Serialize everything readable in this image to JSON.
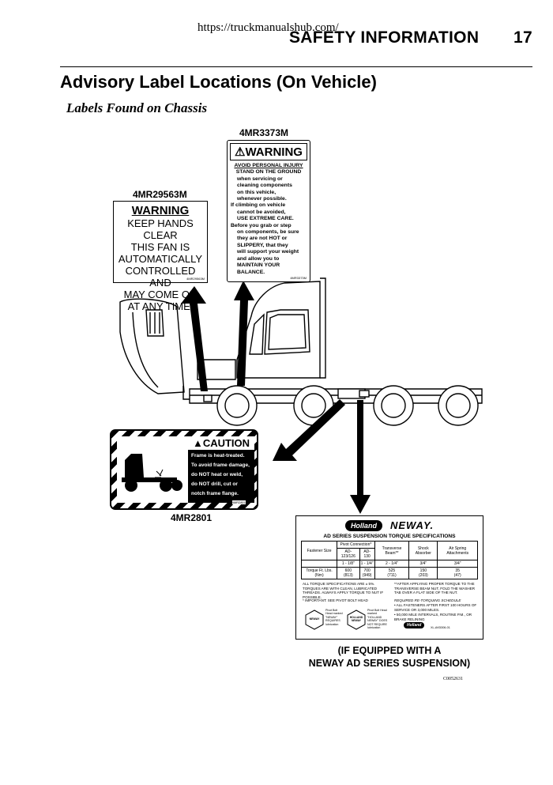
{
  "header": {
    "url": "https://truckmanualshub.com/",
    "section": "SAFETY INFORMATION",
    "page_number": "17"
  },
  "title": "Advisory Label Locations (On Vehicle)",
  "subtitle": "Labels Found on Chassis",
  "fan_label": {
    "part": "4MR29563M",
    "heading": "WARNING",
    "lines": [
      "KEEP HANDS CLEAR",
      "THIS FAN IS",
      "AUTOMATICALLY",
      "CONTROLLED AND",
      "MAY COME ON",
      "AT ANY TIME."
    ],
    "id": "4MR29563M"
  },
  "step_label": {
    "part": "4MR3373M",
    "heading": "WARNING",
    "lines": [
      "AVOID PERSONAL INJURY",
      "STAND ON THE GROUND",
      "when servicing or",
      "cleaning components",
      "on this vehicle,",
      "whenever possible.",
      "If climbing on vehicle",
      "cannot be avoided,",
      "USE EXTREME CARE.",
      "Before you grab or step",
      "on components, be sure",
      "they are not HOT or",
      "SLIPPERY, that they",
      "will support your weight",
      "and allow you to",
      "MAINTAIN YOUR",
      "BALANCE."
    ],
    "id": "4MR3373M"
  },
  "frame_label": {
    "part": "4MR2801",
    "heading": "CAUTION",
    "lines": [
      "Frame is heat-treated.",
      "To avoid frame damage,",
      "do NOT heat or weld,",
      "do NOT drill, cut or",
      "notch frame flange."
    ],
    "id": "4MR2801"
  },
  "neway_label": {
    "brand1": "Holland",
    "brand2": "NEWAY.",
    "heading": "AD SERIES SUSPENSION TORQUE SPECIFICATIONS",
    "pivot_header": "Pivot Connection*",
    "col_headers": [
      "Fastener Size",
      "AD-123/126",
      "AD-130",
      "Transverse Beam**",
      "Shock Absorber",
      "Air Spring Attachments"
    ],
    "size_row": [
      "1 - 1/8\"",
      "1 - 1/4\"",
      "2 - 1/4\"",
      "3/4\"",
      "3/4\""
    ],
    "torque_label": "Torque Ft. Lbs. (Nm)",
    "torque_row": [
      "600\n(813)",
      "700\n(949)",
      "525\n(711)",
      "150\n(203)",
      "35\n(47)"
    ],
    "note_left": "ALL TORQUE SPECIFICATIONS ARE ± 5%. TORQUES ARE WITH CLEAN, LUBRICATED THREADS. ALWAYS APPLY TORQUE TO NUT IF POSSIBLE.",
    "note_right": "**AFTER APPLYING PROPER TORQUE TO THE TRANSVERSE BEAM NUT, FOLD THE WASHER TAB OVER A FLAT SIDE OF THE NUT.",
    "important": "* IMPORTANT: SEE PIVOT BOLT HEAD",
    "retorque_title": "REQUIRED RE-TORQUING SCHEDULE",
    "retorque_lines": [
      "• ALL FASTENERS AFTER FIRST 100 HOURS OF SERVICE OR 3,000 MILES.",
      "• 50,000 MILE INTERVALS, ROUTINE P.M., OR BRAKE RELINING"
    ],
    "hex1": "NEWAY",
    "hex2": "HOLLAND NEWAY",
    "hex1_text": "Pivot Bolt Head marked \"NEWAY\" REQUIRES lubrication",
    "hex2_text": "Pivot Bolt Head marked \"HOLLAND NEWAY\" DOES NOT REQUIRE lubrication",
    "footer_code": "XL-AK5306-01"
  },
  "neway_caption": [
    "(IF EQUIPPED WITH A",
    "NEWAY AD SERIES SUSPENSION)"
  ],
  "figure_id": "C0052631"
}
